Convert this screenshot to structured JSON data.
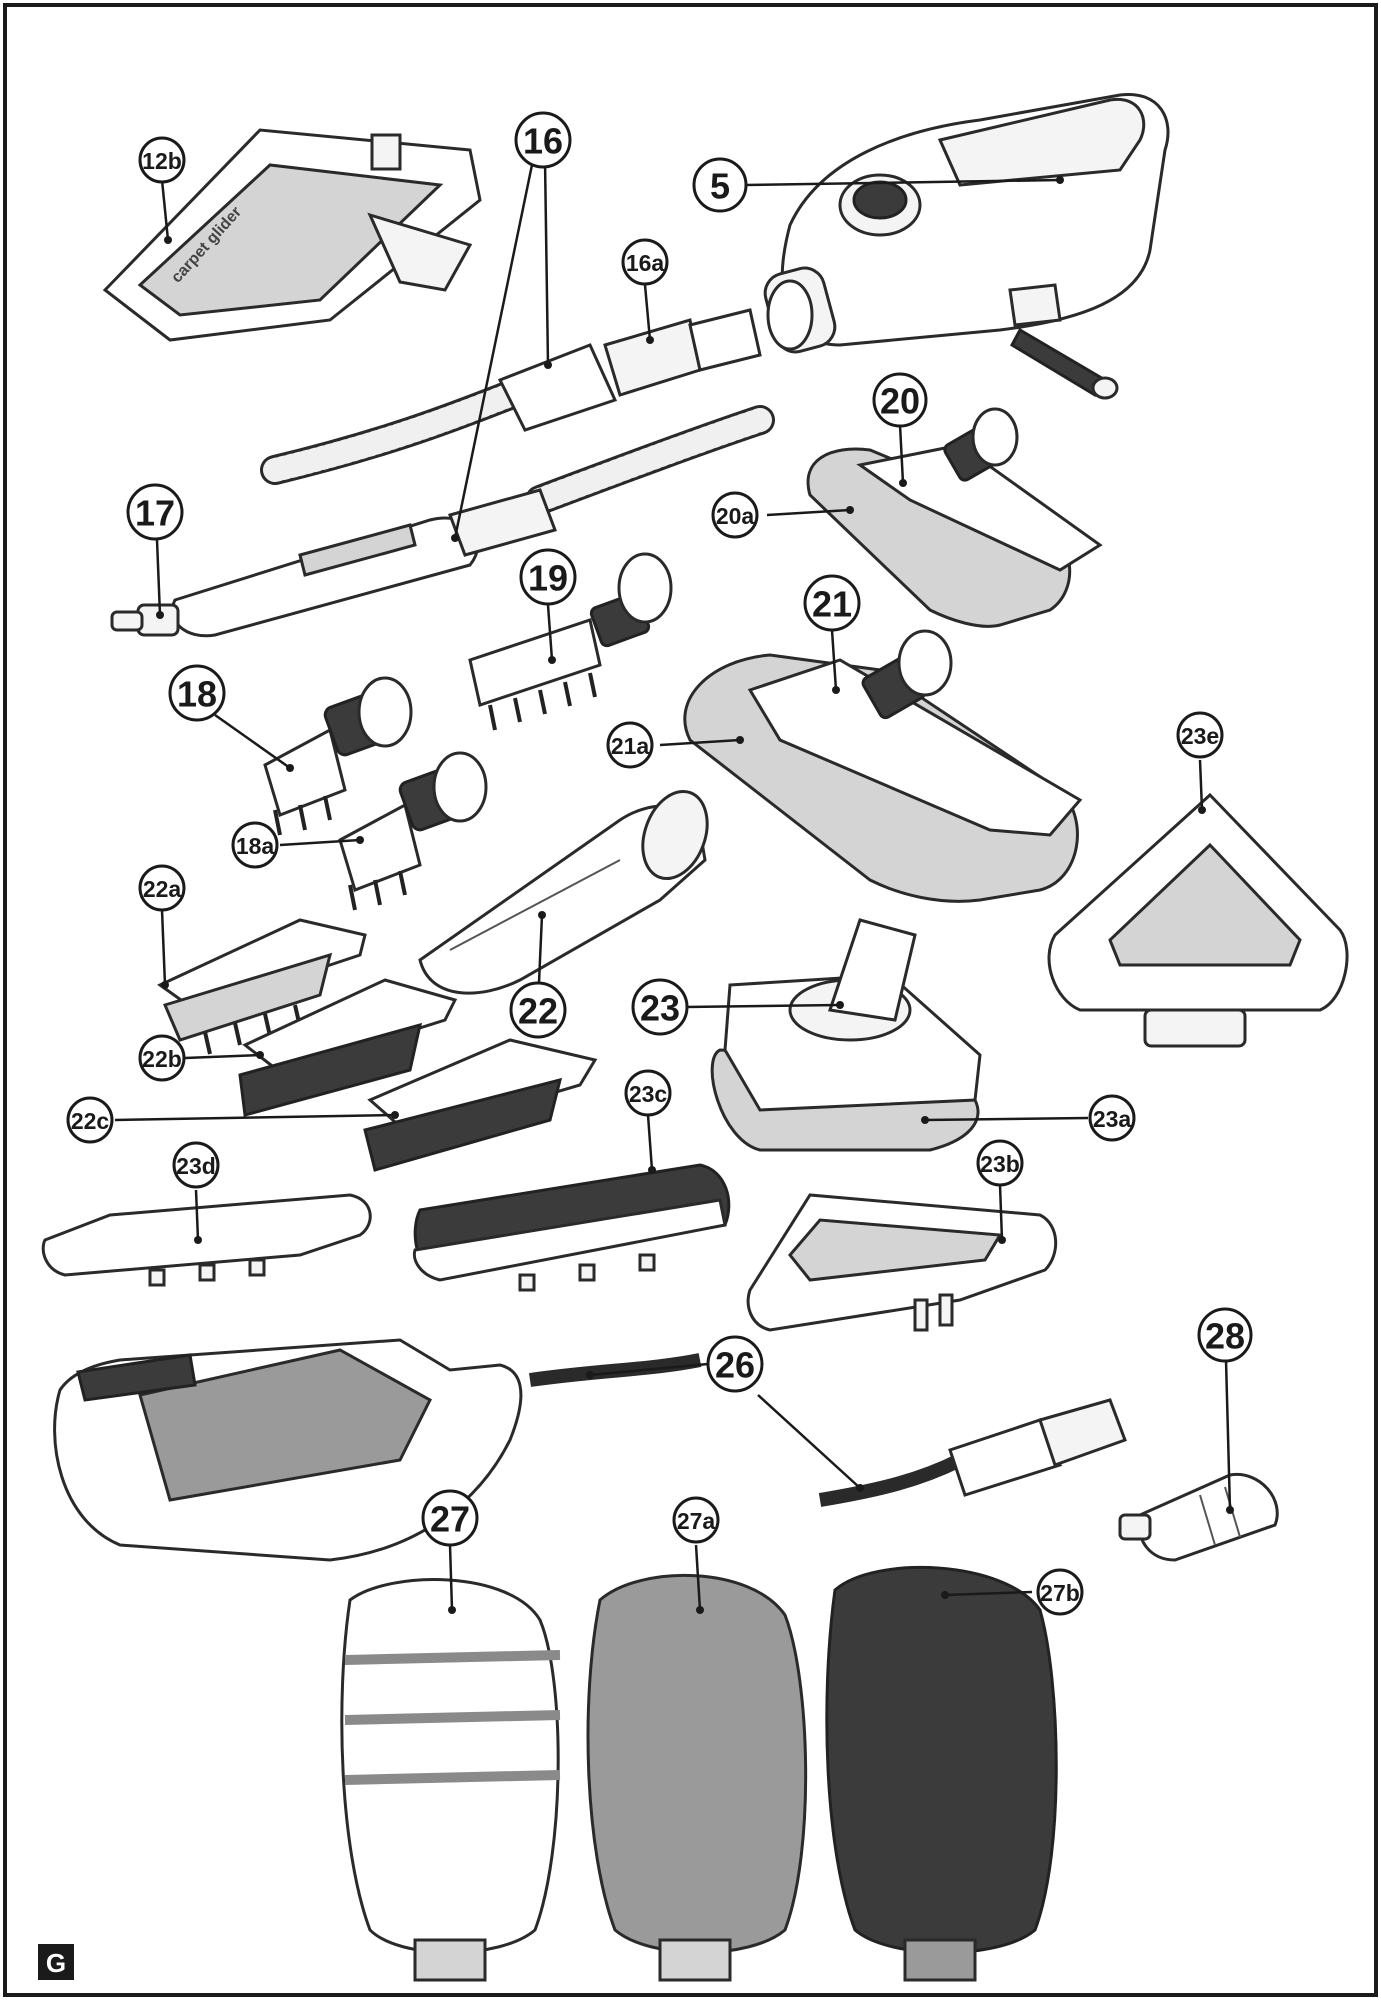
{
  "figure_letter": "G",
  "callouts": {
    "c5": "5",
    "c12b": "12b",
    "c16": "16",
    "c16a": "16a",
    "c17": "17",
    "c18": "18",
    "c18a": "18a",
    "c19": "19",
    "c20": "20",
    "c20a": "20a",
    "c21": "21",
    "c21a": "21a",
    "c22": "22",
    "c22a": "22a",
    "c22b": "22b",
    "c22c": "22c",
    "c23": "23",
    "c23a": "23a",
    "c23b": "23b",
    "c23c": "23c",
    "c23d": "23d",
    "c23e": "23e",
    "c26": "26",
    "c27": "27",
    "c27a": "27a",
    "c27b": "27b",
    "c28": "28"
  },
  "printed_text": {
    "pad_lettering": "carpet glider"
  }
}
